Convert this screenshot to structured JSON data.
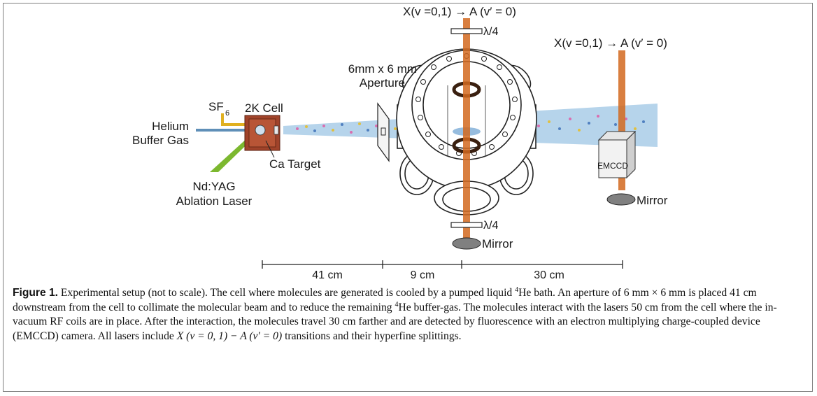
{
  "figure": {
    "labels": {
      "laser_top_center": "X(v =0,1) → A (v′ = 0)",
      "laser_top_right": "X(v =0,1) → A (v′ = 0)",
      "quarter_wave_top": "λ/4",
      "quarter_wave_bottom": "λ/4",
      "aperture_line1": "6mm x 6 mm",
      "aperture_line2": "Aperture",
      "sf6_main": "SF",
      "sf6_sub": "6",
      "cell": "2K Cell",
      "helium_line1": "Helium",
      "helium_line2": "Buffer Gas",
      "ca_target": "Ca Target",
      "ndyag_line1": "Nd:YAG",
      "ndyag_line2": "Ablation Laser",
      "emccd": "EMCCD",
      "mirror_right": "Mirror",
      "mirror_bottom": "Mirror"
    },
    "scale": {
      "seg1": "41 cm",
      "seg2": "9 cm",
      "seg3": "30 cm"
    },
    "colors": {
      "laser": "#d2691e",
      "beam": "#a9cde8",
      "cell": "#a0432a",
      "chamber_stroke": "#222222",
      "green_laser": "#7cb82f",
      "tube": "#e0b020"
    }
  },
  "caption": {
    "label": "Figure 1.",
    "p1": " Experimental setup (not to scale). The cell where molecules are generated is cooled by a pumped liquid ",
    "sup1": "4",
    "p2": "He bath. An aperture of 6 mm × 6 mm is placed 41 cm downstream from the cell to collimate the molecular beam and to reduce the remaining ",
    "sup2": "4",
    "p3": "He buffer-gas. The molecules interact with the lasers 50 cm from the cell where the in-vacuum RF coils are in place. After the interaction, the molecules travel 30 cm farther and are detected by fluorescence with an electron multiplying charge-coupled device (EMCCD) camera. All lasers include ",
    "math": "X (v = 0, 1) − A (v′ = 0)",
    "p4": " transitions and their hyperfine splittings."
  }
}
